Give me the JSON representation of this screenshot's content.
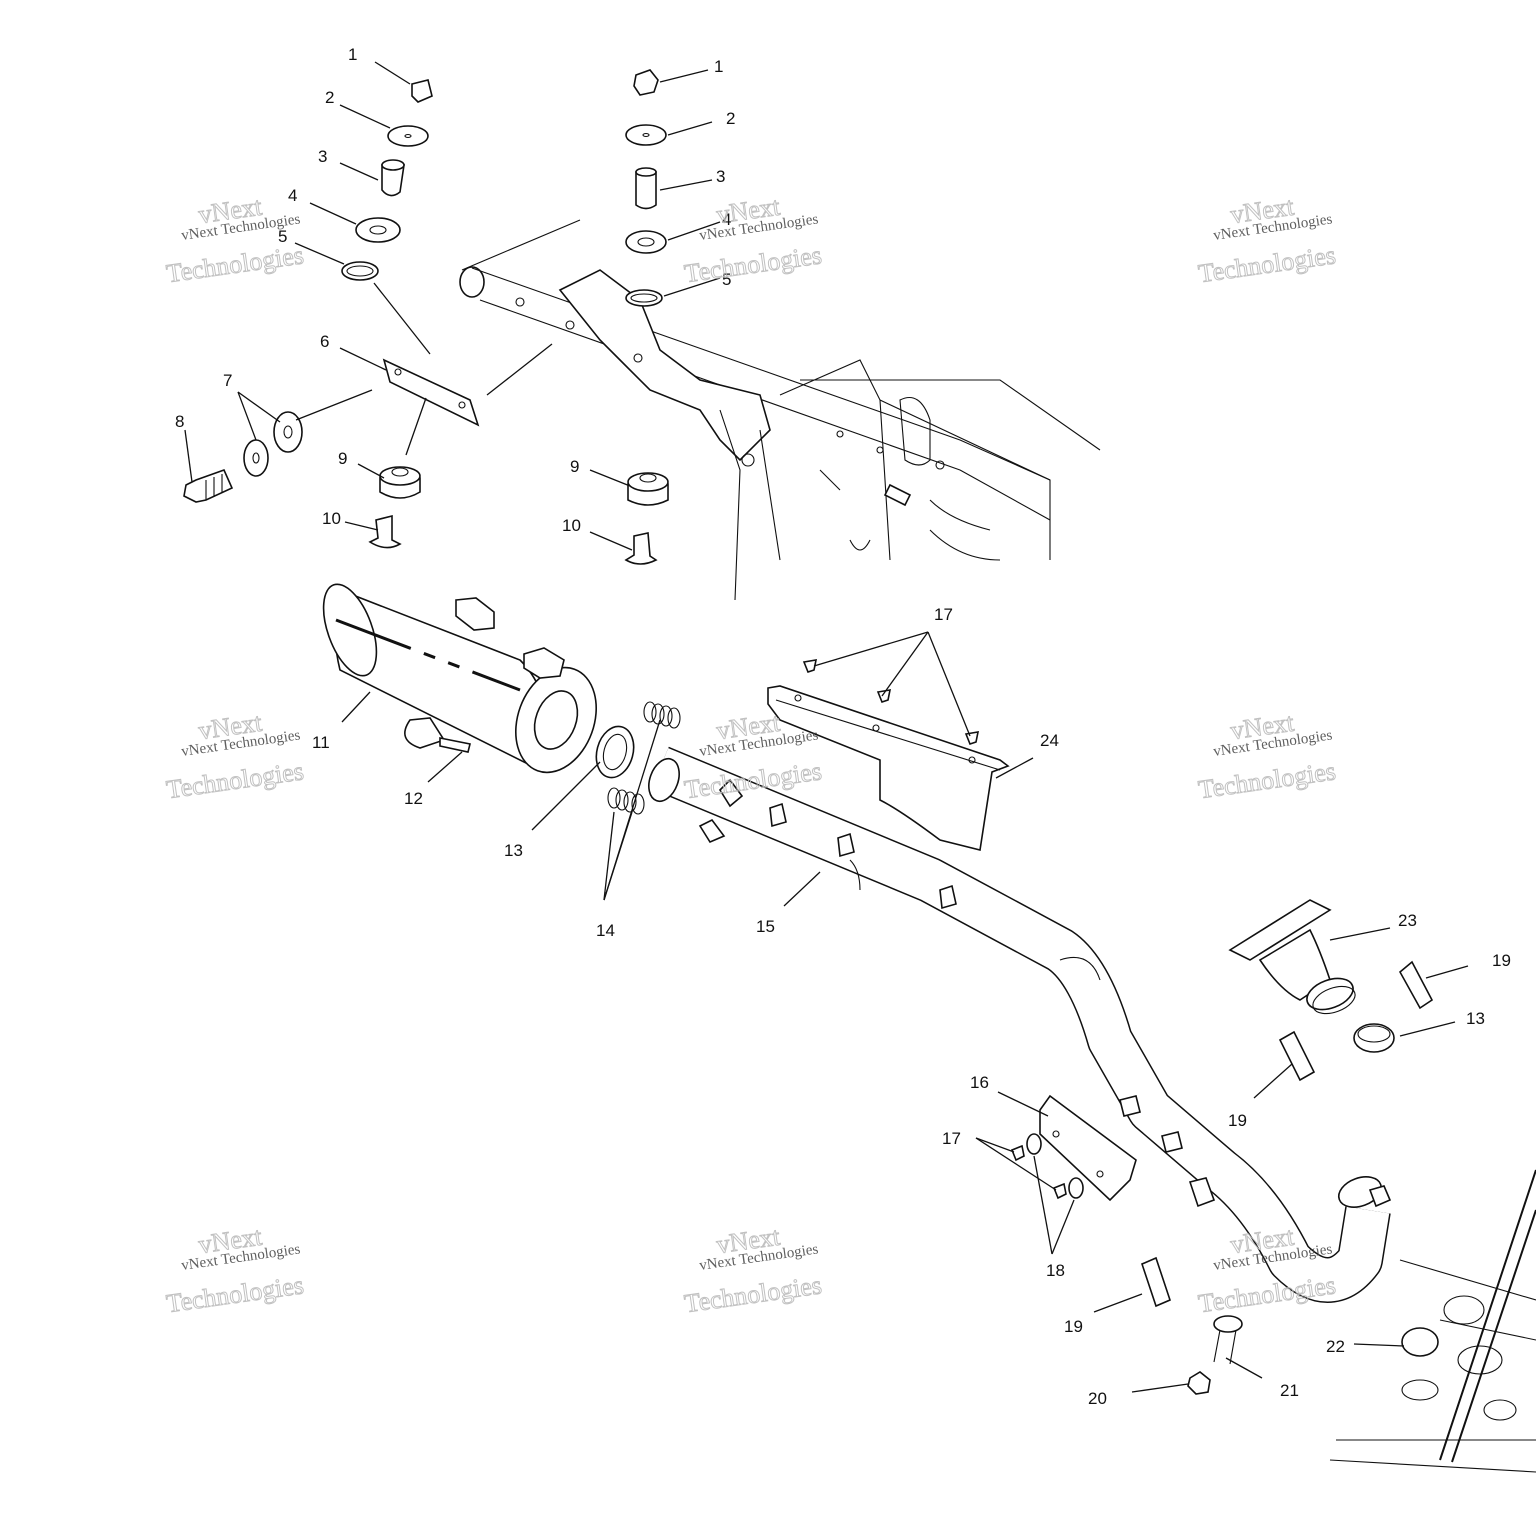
{
  "watermark": {
    "line1": "vNext Technologies",
    "line2a": "vNext",
    "line2b": "Technologies"
  },
  "callouts": [
    "1",
    "1",
    "2",
    "2",
    "3",
    "3",
    "4",
    "4",
    "5",
    "5",
    "6",
    "7",
    "8",
    "9",
    "9",
    "10",
    "10",
    "11",
    "12",
    "13",
    "13",
    "14",
    "15",
    "16",
    "17",
    "17",
    "18",
    "19",
    "19",
    "19",
    "20",
    "21",
    "22",
    "23",
    "24"
  ]
}
